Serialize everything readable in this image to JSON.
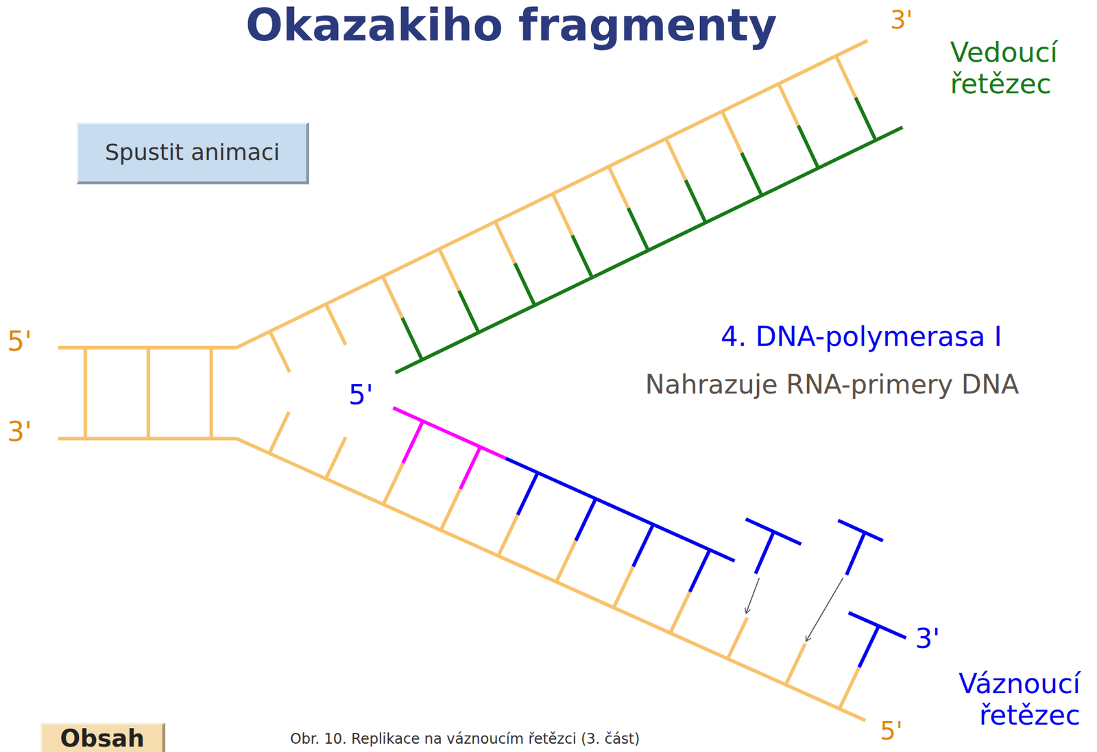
{
  "diagram": {
    "title": "Okazakiho fragmenty",
    "caption": "Obr. 10. Replikace na váznoucím řetězci (3. část)",
    "nodes": [
      {
        "text": [
          "Spustit animaci"
        ]
      },
      {
        "text": [
          "Obsah"
        ]
      }
    ],
    "labels": [
      "3'",
      "Vedoucí řetězec",
      "5'",
      "3'",
      "4. DNA-polymerasa I",
      "Nahrazuje RNA-primery DNA",
      "5'",
      "3'",
      "Váznoucí řetězec",
      "5'"
    ]
  }
}
